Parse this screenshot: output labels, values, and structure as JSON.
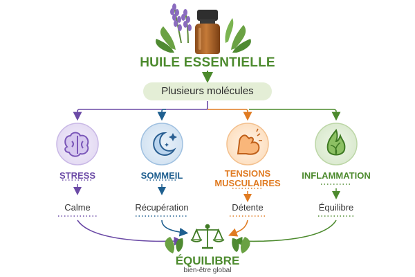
{
  "header": {
    "title": "HUILE ESSENTIELLE",
    "molecules": "Plusieurs molécules"
  },
  "branches": [
    {
      "label": "STRESS",
      "result": "Calme",
      "color": "#6b4aa6",
      "icon": "brain-icon"
    },
    {
      "label": "SOMMEIL",
      "result": "Récupération",
      "color": "#1f5f8f",
      "icon": "moon-stars-icon"
    },
    {
      "label": "TENSIONS MUSCULAIRES",
      "result": "Détente",
      "color": "#e07b22",
      "icon": "flexed-arm-icon"
    },
    {
      "label": "INFLAMMATION",
      "result": "Équilibre",
      "color": "#4c8a2d",
      "icon": "flame-leaf-icon"
    }
  ],
  "center": {
    "title": "ÉQUILIBRE",
    "subtitle": "bien-être global",
    "icon": "balance-scale-icon"
  },
  "colors": {
    "brand_green": "#4c8a2d",
    "pill_bg": "#e4eed6",
    "bottle_amber": "#a8652a"
  }
}
